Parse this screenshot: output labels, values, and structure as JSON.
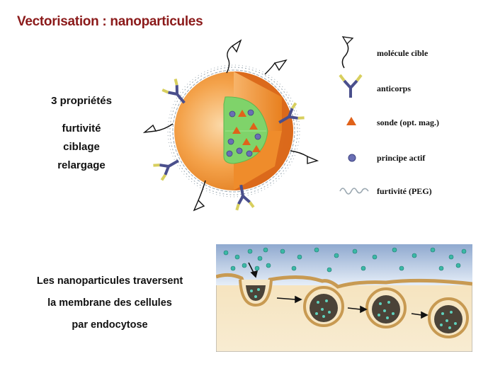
{
  "title": "Vectorisation : nanoparticules",
  "properties": {
    "heading": "3 propriétés",
    "items": [
      "furtivité",
      "ciblage",
      "relargage"
    ]
  },
  "legend": [
    {
      "label": "molécule cible",
      "icon": "target-molecule-icon"
    },
    {
      "label": "anticorps",
      "icon": "antibody-icon"
    },
    {
      "label": "sonde (opt. mag.)",
      "icon": "probe-triangle-icon",
      "color": "#e0621a"
    },
    {
      "label": "principe actif",
      "icon": "active-ingredient-dot-icon",
      "color": "#6a6fb4"
    },
    {
      "label": "furtivité (PEG)",
      "icon": "peg-coil-icon"
    }
  ],
  "endocytosis": {
    "lines": [
      "Les nanoparticules traversent",
      "la membrane des cellules",
      "par endocytose"
    ]
  },
  "colors": {
    "title": "#8b1a1a",
    "shell": "#f29a3c",
    "core": "#7fd36a",
    "membrane": "#e9c98c",
    "particle_dot": "#3bb8a6"
  }
}
